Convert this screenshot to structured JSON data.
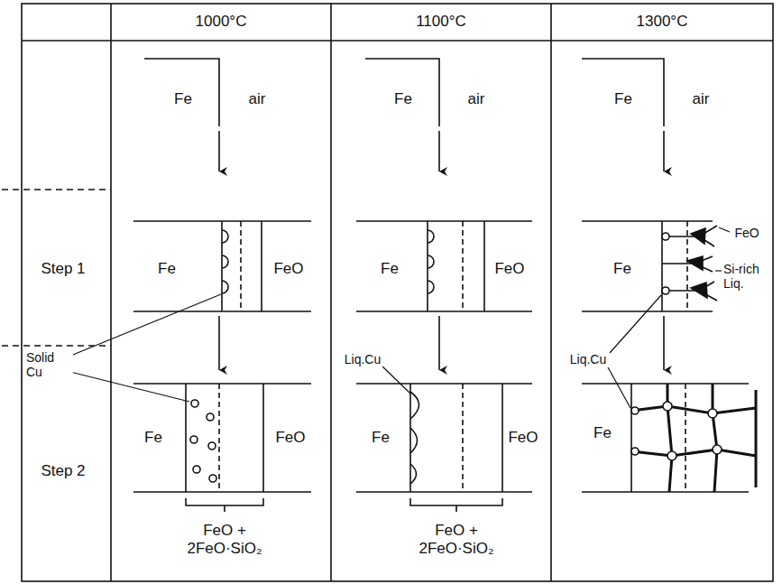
{
  "diagram": {
    "labels": [
      "1000°C",
      "1100°C",
      "1300°C",
      "Fe",
      "air",
      "Fe",
      "air",
      "Fe",
      "air",
      "Step 1",
      "Fe",
      "FeO",
      "Fe",
      "FeO",
      "Fe",
      "FeO",
      "Si-rich Liq.",
      "Solid Cu",
      "Liq.Cu",
      "Liq.Cu",
      "Step 2",
      "Fe",
      "FeO",
      "Fe",
      "FeO",
      "Fe",
      "FeO + 2FeO·SiO₂",
      "FeO + 2FeO·SiO₂"
    ]
  }
}
